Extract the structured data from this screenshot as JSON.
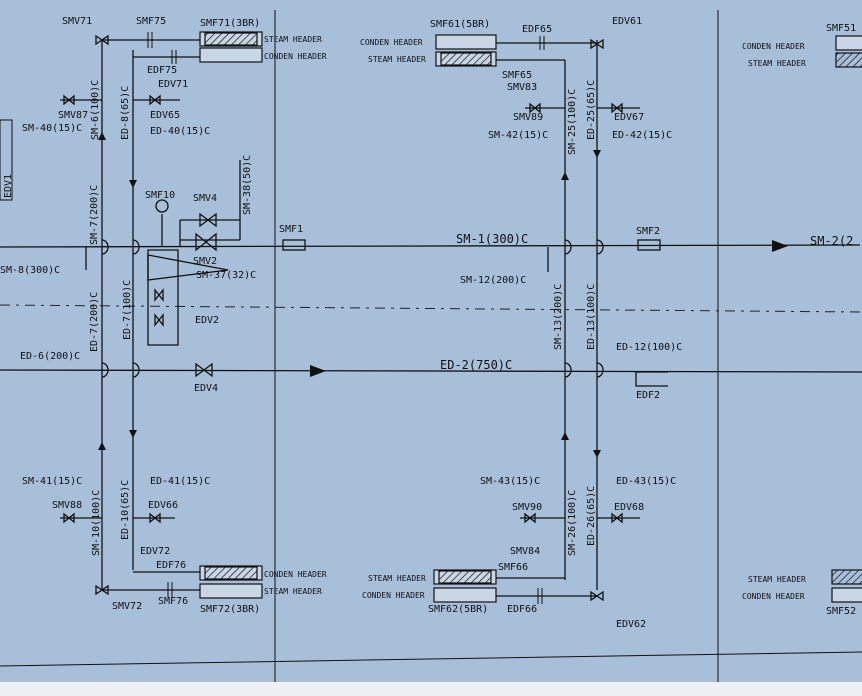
{
  "labels": {
    "smv71": "SMV71",
    "smf75": "SMF75",
    "smf71": "SMF71(3BR)",
    "steam_header": "STEAM HEADER",
    "conden_header": "CONDEN HEADER",
    "edf75": "EDF75",
    "edv71": "EDV71",
    "ed8_65": "ED-8(65)C",
    "sm6_100": "SM-6(100)C",
    "smv87": "SMV87",
    "edv65": "EDV65",
    "sm40": "SM-40(15)C",
    "ed40": "ED-40(15)C",
    "edv1": "EDV1",
    "smf10": "SMF10",
    "smv4": "SMV4",
    "smv2": "SMV2",
    "sm38": "SM-38(50)C",
    "sm37": "SM-37(32)C",
    "sm7_200": "SM-7(200)C",
    "sm8_300": "SM-8(300)C",
    "smf1": "SMF1",
    "sm1_300": "SM-1(300)C",
    "ed7_100": "ED-7(100)C",
    "edv2": "EDV2",
    "ed6_200": "ED-6(200)C",
    "ed7_200": "ED-7(200)C",
    "edv4": "EDV4",
    "ed2_750": "ED-2(750)C",
    "smf61": "SMF61(5BR)",
    "edf65": "EDF65",
    "edv61": "EDV61",
    "smf65": "SMF65",
    "smv83": "SMV83",
    "smv89": "SMV89",
    "edv67": "EDV67",
    "sm42": "SM-42(15)C",
    "ed42": "ED-42(15)C",
    "sm25_100": "SM-25(100)C",
    "ed25_65": "ED-25(65)C",
    "sm12_200": "SM-12(200)C",
    "smf2": "SMF2",
    "sm2": "SM-2(2",
    "sm13_200": "SM-13(200)C",
    "ed13_100": "ED-13(100)C",
    "ed12_100": "ED-12(100)C",
    "edf2": "EDF2",
    "smf51": "SMF51",
    "sm41": "SM-41(15)C",
    "ed41": "ED-41(15)C",
    "smv88": "SMV88",
    "edv66": "EDV66",
    "sm10_100": "SM-10(100)C",
    "ed10_65": "ED-10(65)C",
    "edv72": "EDV72",
    "edf76": "EDF76",
    "smv72": "SMV72",
    "smf76": "SMF76",
    "smf72": "SMF72(3BR)",
    "sm43": "SM-43(15)C",
    "ed43": "ED-43(15)C",
    "smv90": "SMV90",
    "edv68": "EDV68",
    "sm26_100": "SM-26(100)C",
    "ed26_65": "ED-26(65)C",
    "smv84": "SMV84",
    "smf66": "SMF66",
    "edf66": "EDF66",
    "smf62": "SMF62(5BR)",
    "edv62": "EDV62",
    "smf52": "SMF52"
  },
  "colors": {
    "paper": "#a8bfda",
    "ink": "#111111"
  }
}
